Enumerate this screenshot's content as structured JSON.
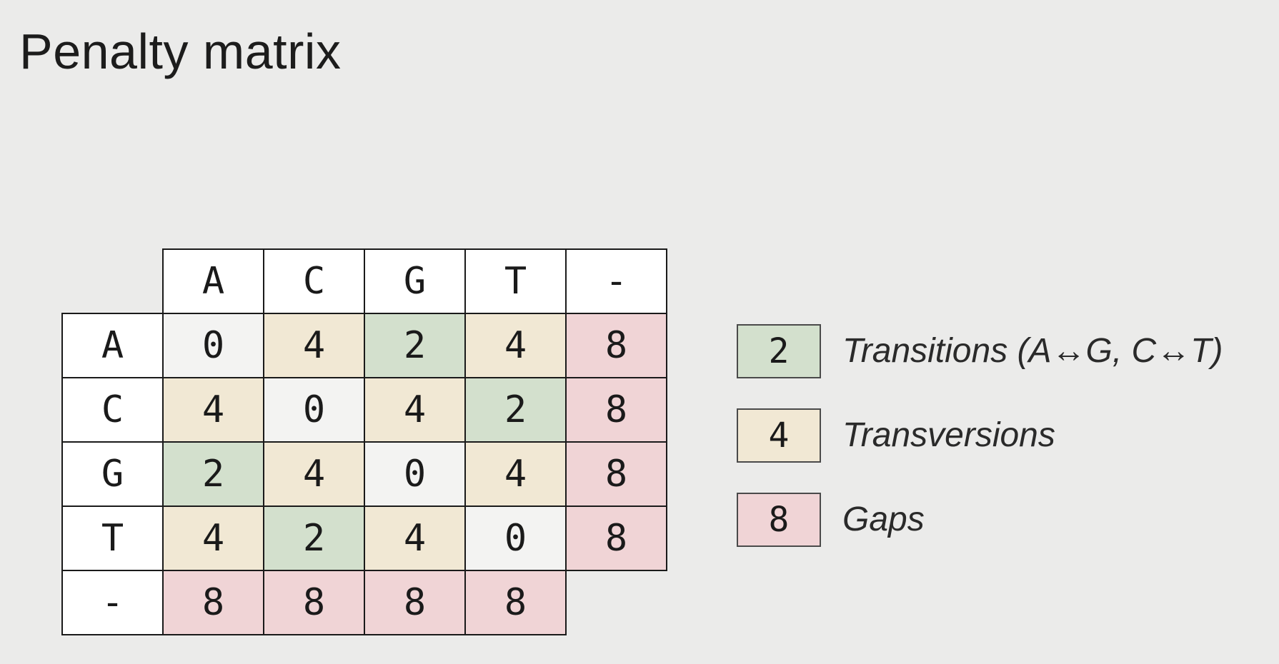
{
  "title": "Penalty matrix",
  "matrix": {
    "column_headers": [
      "A",
      "C",
      "G",
      "T",
      "-"
    ],
    "rows": [
      {
        "label": "A",
        "values": [
          "0",
          "4",
          "2",
          "4",
          "8"
        ]
      },
      {
        "label": "C",
        "values": [
          "4",
          "0",
          "4",
          "2",
          "8"
        ]
      },
      {
        "label": "G",
        "values": [
          "2",
          "4",
          "0",
          "4",
          "8"
        ]
      },
      {
        "label": "T",
        "values": [
          "4",
          "2",
          "4",
          "0",
          "8"
        ]
      },
      {
        "label": "-",
        "values": [
          "8",
          "8",
          "8",
          "8",
          ""
        ]
      }
    ]
  },
  "legend": [
    {
      "value": "2",
      "label": "Transitions (A↔G, C↔T)",
      "category": "transition",
      "color": "#d3e0cd"
    },
    {
      "value": "4",
      "label": "Transversions",
      "category": "transversion",
      "color": "#f1e8d4"
    },
    {
      "value": "8",
      "label": "Gaps",
      "category": "gap",
      "color": "#f0d4d6"
    }
  ],
  "colors": {
    "background": "#ebebea",
    "zero": "#f3f3f2",
    "transition": "#d3e0cd",
    "transversion": "#f1e8d4",
    "gap": "#f0d4d6",
    "border": "#1a1a1a"
  }
}
